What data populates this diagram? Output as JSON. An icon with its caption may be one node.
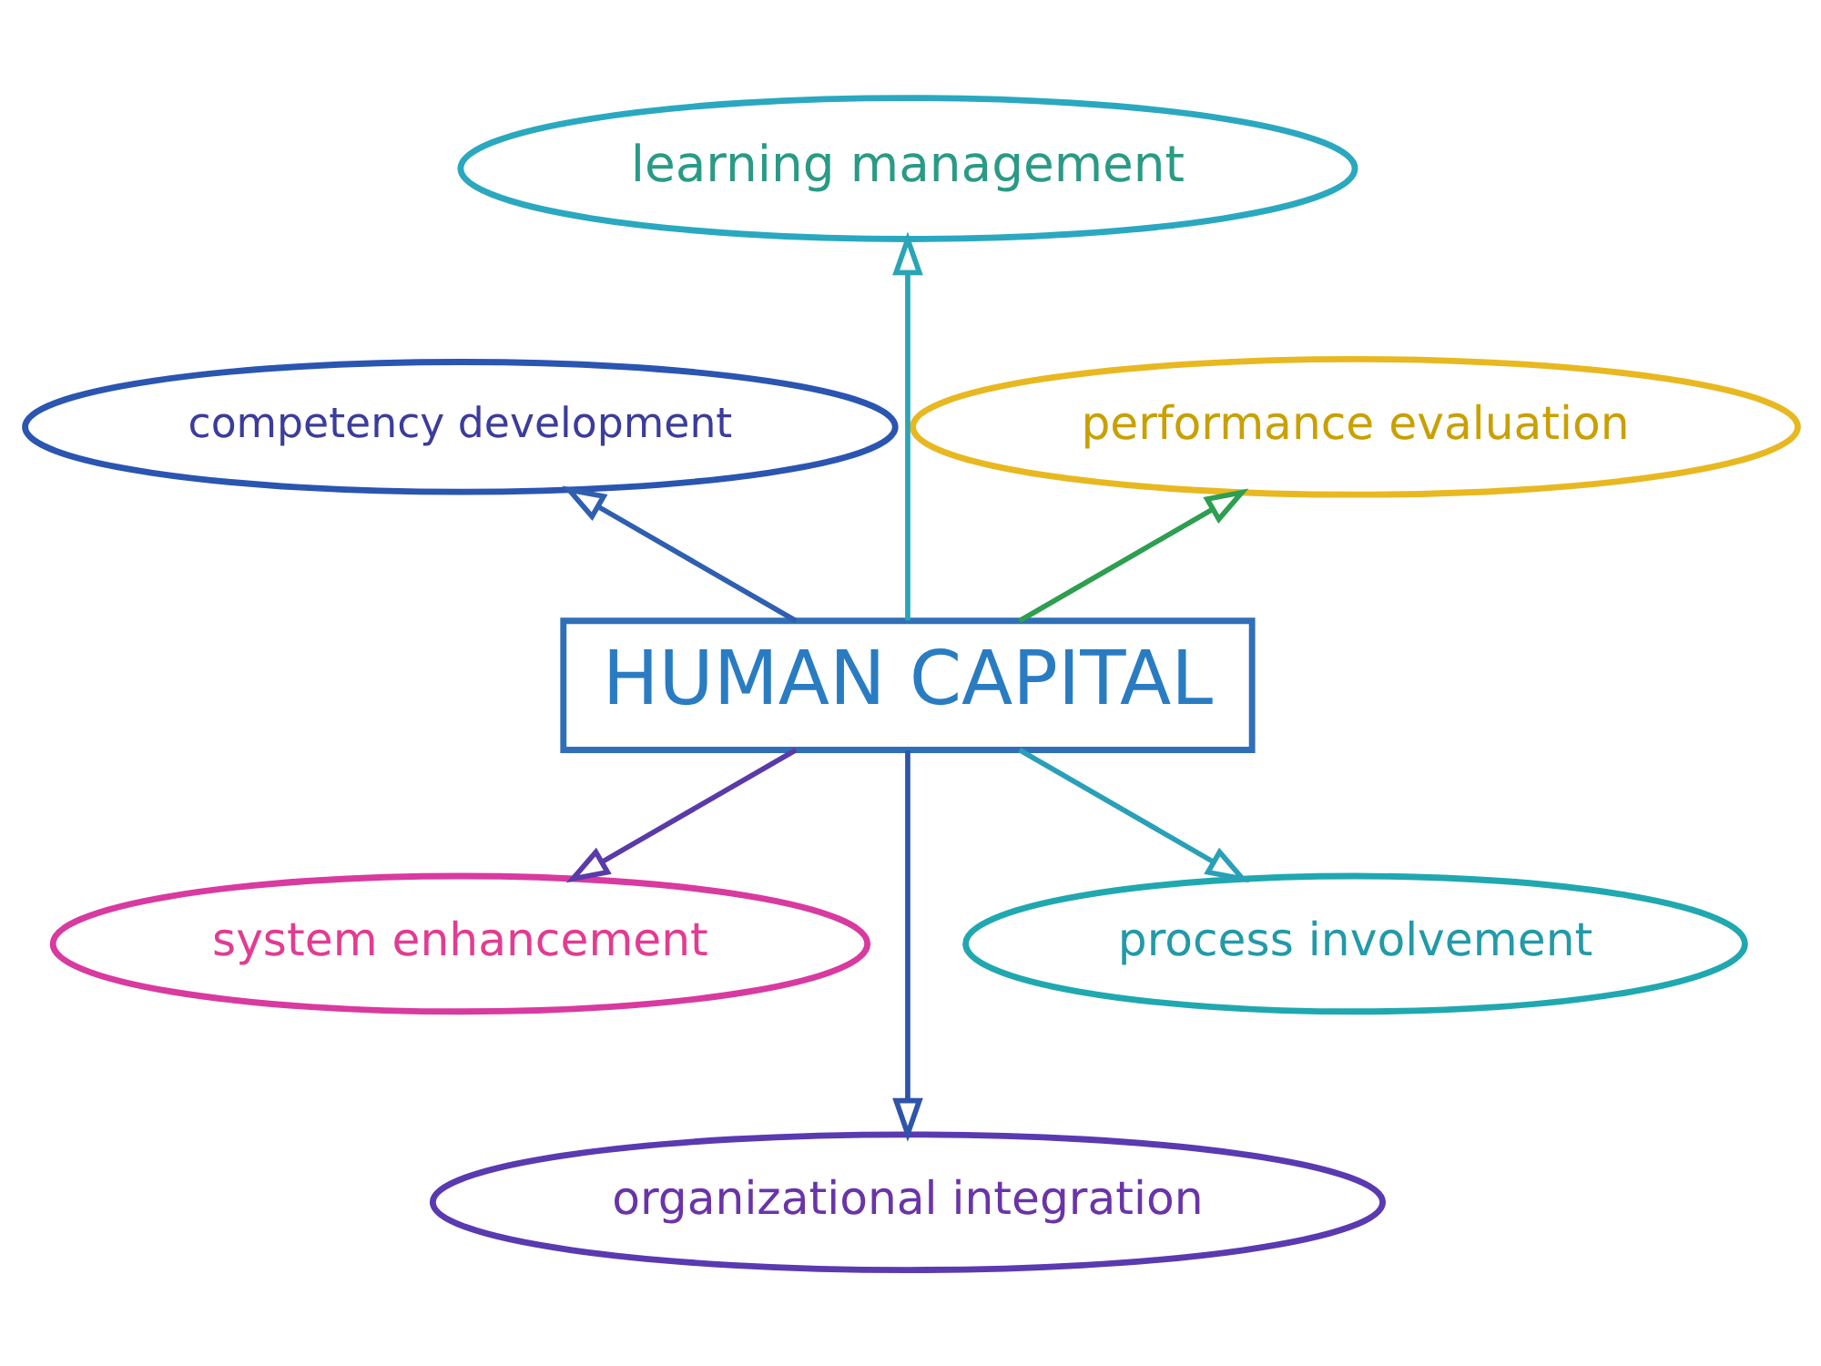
{
  "diagram": {
    "nodes": [
      {
        "text": [
          "competency development"
        ]
      },
      {
        "text": [
          "learning management"
        ]
      },
      {
        "text": [
          "performance evaluation"
        ]
      },
      {
        "text": [
          "HUMAN CAPITAL"
        ]
      },
      {
        "text": [
          "system enhancement"
        ]
      },
      {
        "text": [
          "organizational integration"
        ]
      },
      {
        "text": [
          "process involvement"
        ]
      }
    ],
    "edges": [
      {
        "from": 3,
        "to": 2,
        "arrow": "to",
        "color": "#2e9e50"
      },
      {
        "from": 3,
        "to": 1,
        "arrow": "to",
        "color": "#2aa5b5"
      },
      {
        "from": 3,
        "to": 0,
        "arrow": "to",
        "color": "#2f5fb0"
      },
      {
        "from": 3,
        "to": 4,
        "arrow": "to",
        "color": "#5a3aa8"
      },
      {
        "from": 3,
        "to": 5,
        "arrow": "to",
        "color": "#2f55a8"
      },
      {
        "from": 3,
        "to": 6,
        "arrow": "to",
        "color": "#2aa0b8"
      }
    ]
  }
}
